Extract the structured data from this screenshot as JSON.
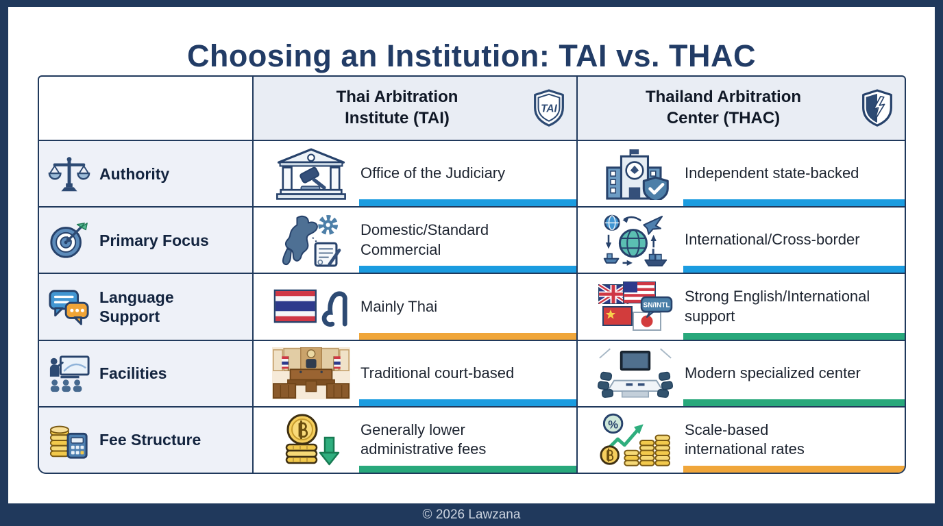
{
  "page": {
    "title": "Choosing an Institution: TAI vs. THAC",
    "footer": "© 2026 Lawzana"
  },
  "colors": {
    "frame_navy": "#20395c",
    "title_navy": "#223c66",
    "header_bg": "#e9edf4",
    "label_bg": "#eef1f8",
    "accent_blue": "#1b9ce0",
    "accent_orange": "#f0a63a",
    "accent_green": "#28a87b"
  },
  "table": {
    "columns": [
      {
        "label": "Thai Arbitration\nInstitute (TAI)",
        "icon": "tai-shield-icon",
        "badge": "TAI"
      },
      {
        "label": "Thailand Arbitration\nCenter (THAC)",
        "icon": "thac-shield-icon"
      }
    ],
    "rows": [
      {
        "label": "Authority",
        "icon": "scales-of-justice-icon",
        "tai": {
          "icon": "courthouse-gavel-icon",
          "text": "Office of the Judiciary",
          "accent": "blue"
        },
        "thac": {
          "icon": "state-building-shield-icon",
          "text": "Independent state-backed",
          "accent": "blue"
        }
      },
      {
        "label": "Primary Focus",
        "icon": "target-arrow-icon",
        "tai": {
          "icon": "thailand-map-gear-document-icon",
          "text": "Domestic/Standard\nCommercial",
          "accent": "blue"
        },
        "thac": {
          "icon": "globe-trade-routes-icon",
          "text": "International/Cross-border",
          "accent": "blue"
        }
      },
      {
        "label": "Language\nSupport",
        "icon": "chat-bubbles-icon",
        "tai": {
          "icon": "thai-flag-letter-icon",
          "text": "Mainly Thai",
          "accent": "orange"
        },
        "thac": {
          "icon": "international-flags-icon",
          "text": "Strong English/International\nsupport",
          "accent": "green"
        }
      },
      {
        "label": "Facilities",
        "icon": "presentation-room-icon",
        "tai": {
          "icon": "courtroom-icon",
          "text": "Traditional court-based",
          "accent": "blue"
        },
        "thac": {
          "icon": "conference-room-icon",
          "text": "Modern specialized center",
          "accent": "green"
        }
      },
      {
        "label": "Fee Structure",
        "icon": "coins-calculator-icon",
        "tai": {
          "icon": "baht-coins-down-arrow-icon",
          "text": "Generally lower\nadministrative fees",
          "accent": "green"
        },
        "thac": {
          "icon": "percent-growth-coins-icon",
          "text": "Scale-based\ninternational rates",
          "accent": "orange"
        }
      }
    ]
  },
  "icon_text": {
    "tai_badge": "TAI",
    "intl_bubble": "SN/INTL",
    "thai_letter": "ส",
    "baht_symbol": "฿",
    "percent_symbol": "%"
  }
}
